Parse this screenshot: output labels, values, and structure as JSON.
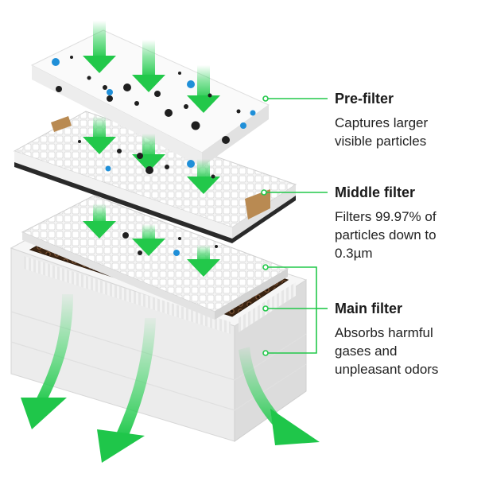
{
  "colors": {
    "accent_green": "#22c84a",
    "arrow_green": "#2fd35a",
    "particle_dark": "#1f1f1f",
    "particle_blue": "#1f8fd8",
    "honeycomb": "#5a3a22",
    "tape": "#b98a52",
    "frame_dark": "#2a2a2a"
  },
  "layers": {
    "pre_filter": {
      "title": "Pre-filter",
      "desc_lines": [
        "Captures larger",
        "visible particles"
      ]
    },
    "middle_filter": {
      "title": "Middle filter",
      "desc_lines": [
        "Filters 99.97% of",
        "particles down to",
        "0.3µm"
      ]
    },
    "main_filter": {
      "title": "Main filter",
      "desc_lines": [
        "Absorbs harmful",
        "gases and",
        "unpleasant odors"
      ]
    }
  }
}
